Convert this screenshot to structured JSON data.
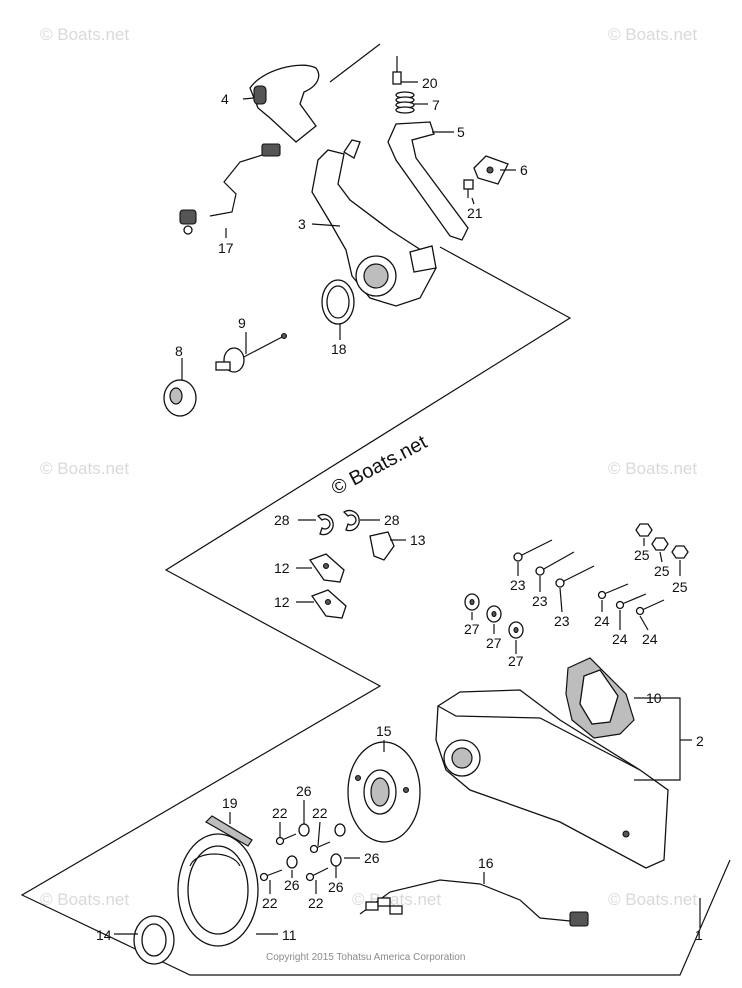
{
  "watermarks": {
    "corner": "© Boats.net",
    "center": "© Boats.net"
  },
  "copyright": "Copyright 2015 Tohatsu America Corporation",
  "callouts": {
    "p1": "1",
    "p2": "2",
    "p3": "3",
    "p4": "4",
    "p5": "5",
    "p6": "6",
    "p7": "7",
    "p8": "8",
    "p9": "9",
    "p10": "10",
    "p11": "11",
    "p12a": "12",
    "p12b": "12",
    "p13": "13",
    "p14": "14",
    "p15": "15",
    "p16": "16",
    "p17": "17",
    "p18": "18",
    "p19": "19",
    "p20": "20",
    "p21": "21",
    "p22a": "22",
    "p22b": "22",
    "p22c": "22",
    "p22d": "22",
    "p23a": "23",
    "p23b": "23",
    "p23c": "23",
    "p24a": "24",
    "p24b": "24",
    "p24c": "24",
    "p25a": "25",
    "p25b": "25",
    "p25c": "25",
    "p26a": "26",
    "p26b": "26",
    "p26c": "26",
    "p26d": "26",
    "p27a": "27",
    "p27b": "27",
    "p27c": "27",
    "p28a": "28",
    "p28b": "28"
  }
}
